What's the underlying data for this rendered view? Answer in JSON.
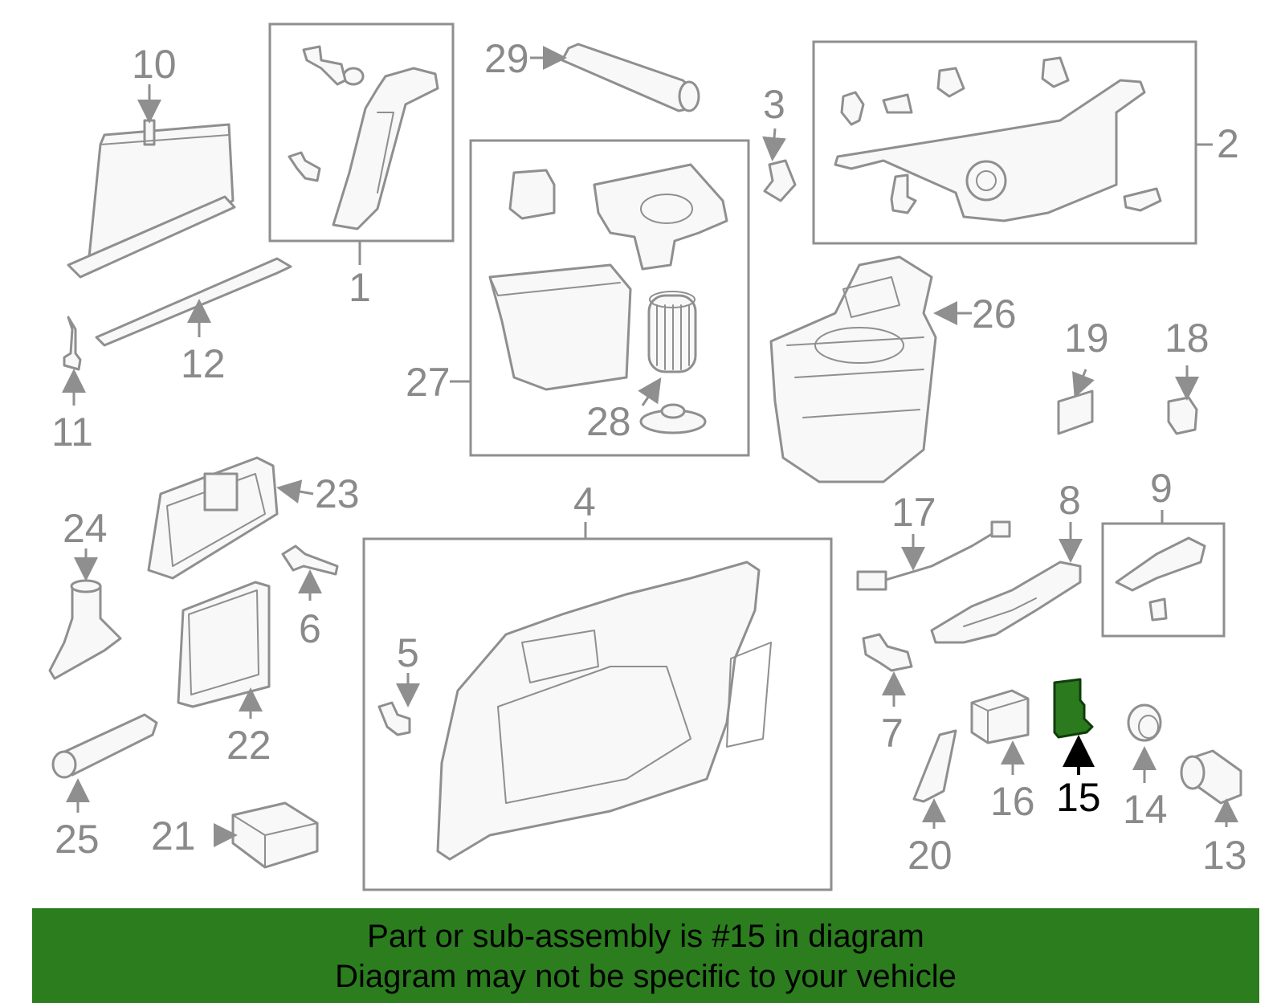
{
  "diagram": {
    "highlighted_part": "15",
    "callouts": [
      "1",
      "2",
      "3",
      "4",
      "5",
      "6",
      "7",
      "8",
      "9",
      "10",
      "11",
      "12",
      "13",
      "14",
      "15",
      "16",
      "17",
      "18",
      "19",
      "20",
      "21",
      "22",
      "23",
      "24",
      "25",
      "26",
      "27",
      "28",
      "29"
    ]
  },
  "banner": {
    "line1": "Part or sub-assembly is #15 in diagram",
    "line2": "Diagram may not be specific to your vehicle"
  },
  "colors": {
    "banner_bg": "#2b7d1e",
    "highlight_part": "#2b7a1e",
    "line_art": "#8f8f8f"
  }
}
